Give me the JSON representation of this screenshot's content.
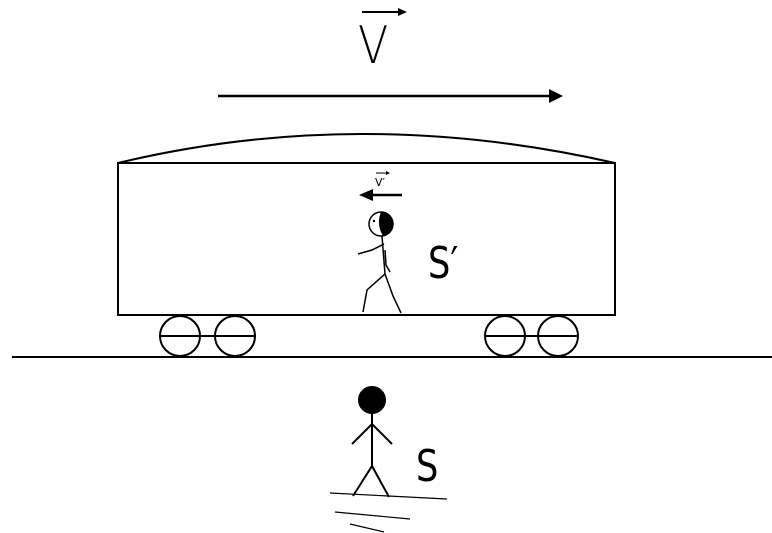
{
  "labels": {
    "train_velocity": "V",
    "walker_velocity": "V′",
    "moving_frame": "S′",
    "rest_frame": "S"
  }
}
